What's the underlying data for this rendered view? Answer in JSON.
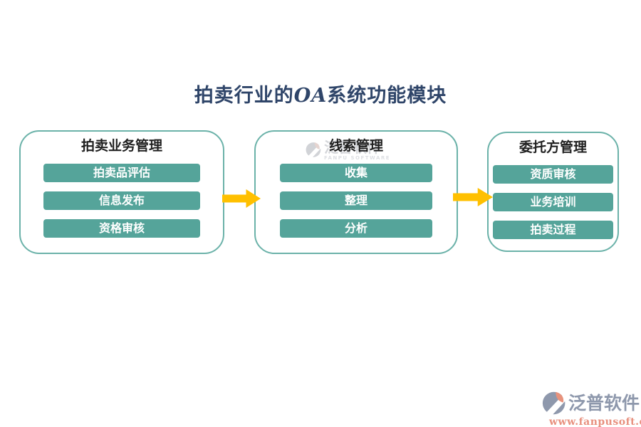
{
  "page": {
    "title_prefix": "拍卖行业的",
    "title_oa": "OA",
    "title_suffix": "系统功能模块"
  },
  "modules": [
    {
      "title": "拍卖业务管理",
      "items": [
        "拍卖品评估",
        "信息发布",
        "资格审核"
      ]
    },
    {
      "title": "线索管理",
      "items": [
        "收集",
        "整理",
        "分析"
      ]
    },
    {
      "title": "委托方管理",
      "items": [
        "资质审核",
        "业务培训",
        "拍卖过程"
      ]
    }
  ],
  "watermark": {
    "brand": "泛普软件",
    "brand_sub": "FANPU SOFTWARE",
    "url": "www.fanpusoft.com"
  },
  "icons": {
    "flow_arrow": "right-arrow",
    "logo": "fanpu-logo"
  },
  "colors": {
    "pill_teal": "#55A49A",
    "box_border": "#6BB2A9",
    "arrow_gold": "#FFC000",
    "title_navy": "#2F4569",
    "brand_slate": "#8E98AC",
    "url_salmon": "#E8907E"
  }
}
